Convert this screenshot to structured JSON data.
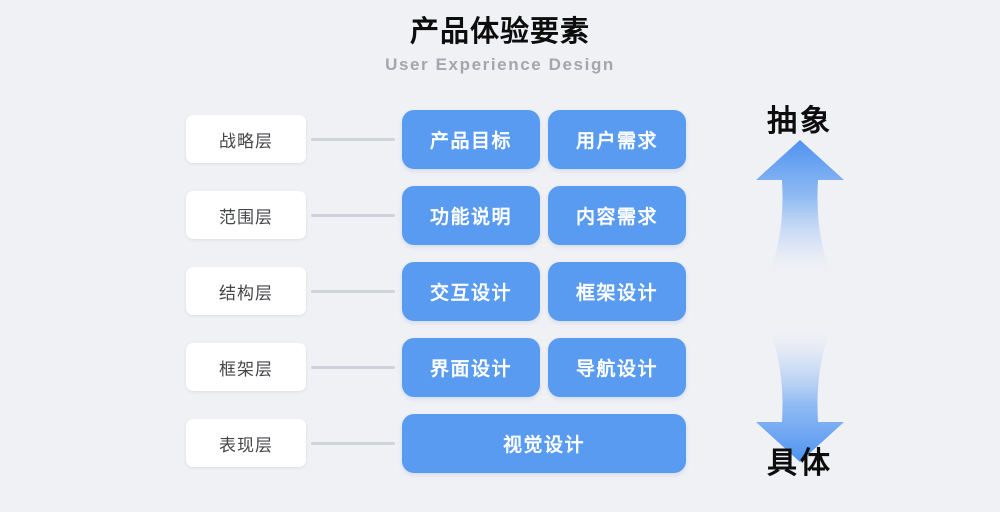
{
  "header": {
    "title": "产品体验要素",
    "subtitle": "User Experience Design"
  },
  "colors": {
    "background": "#f0f1f5",
    "card": "#5a9bf2",
    "chip": "#ffffff",
    "connector": "#cfd2d8",
    "title_text": "#0d0d0d",
    "subtitle_text": "#a3a6ab",
    "chip_text": "#444648",
    "card_text": "#ffffff",
    "arrow": "#5a9bf2"
  },
  "rows": [
    {
      "layer": "战略层",
      "cards": [
        {
          "label": "产品目标",
          "width": "half"
        },
        {
          "label": "用户需求",
          "width": "half"
        }
      ]
    },
    {
      "layer": "范围层",
      "cards": [
        {
          "label": "功能说明",
          "width": "half"
        },
        {
          "label": "内容需求",
          "width": "half"
        }
      ]
    },
    {
      "layer": "结构层",
      "cards": [
        {
          "label": "交互设计",
          "width": "half"
        },
        {
          "label": "框架设计",
          "width": "half"
        }
      ]
    },
    {
      "layer": "框架层",
      "cards": [
        {
          "label": "界面设计",
          "width": "half"
        },
        {
          "label": "导航设计",
          "width": "half"
        }
      ]
    },
    {
      "layer": "表现层",
      "cards": [
        {
          "label": "视觉设计",
          "width": "full"
        }
      ]
    }
  ],
  "axis": {
    "top_label": "抽象",
    "bottom_label": "具体",
    "top_icon": "arrow-up-icon",
    "bottom_icon": "arrow-down-icon"
  }
}
